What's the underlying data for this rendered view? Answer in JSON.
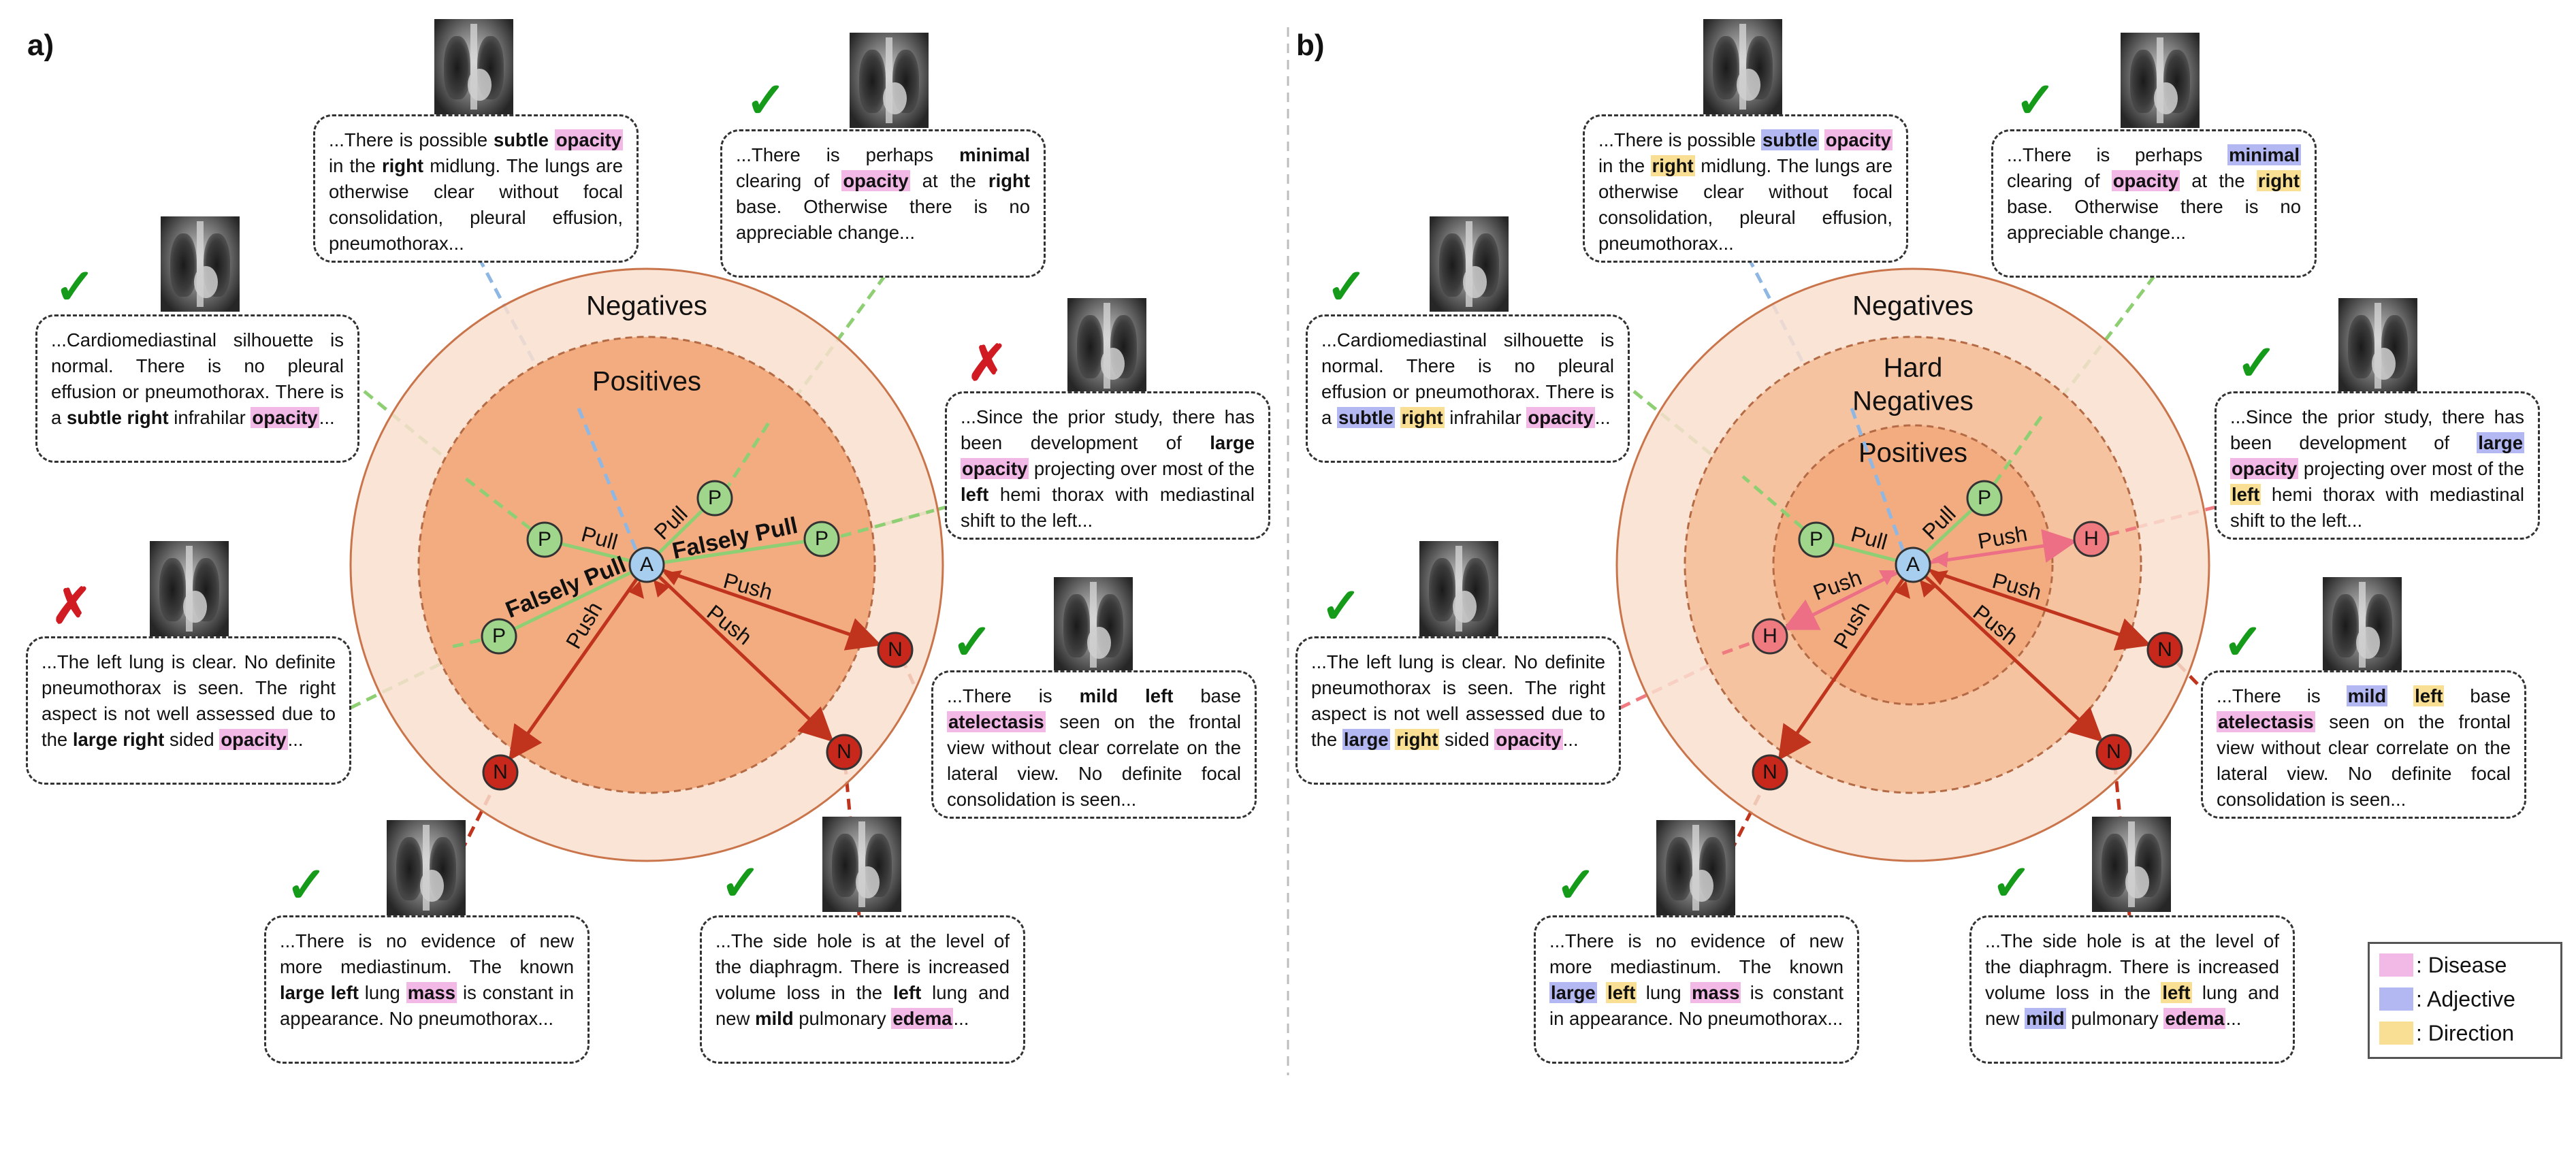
{
  "panels": {
    "a": {
      "label": "a)",
      "zones": {
        "outer": "Negatives",
        "inner": "Positives"
      },
      "reports": [
        {
          "id": "a1",
          "verdict": "correct",
          "segments": [
            {
              "t": "...There is possible "
            },
            {
              "t": "subtle",
              "b": true
            },
            {
              "t": " "
            },
            {
              "t": "opacity",
              "b": true,
              "hl": "disease"
            },
            {
              "t": " in the "
            },
            {
              "t": "right",
              "b": true
            },
            {
              "t": " midlung. The lungs are otherwise clear without focal consolidation, pleural effusion, pneumothorax..."
            }
          ]
        },
        {
          "id": "a2",
          "verdict": "correct",
          "segments": [
            {
              "t": "...There is perhaps "
            },
            {
              "t": "minimal",
              "b": true
            },
            {
              "t": " clearing of "
            },
            {
              "t": "opacity",
              "b": true,
              "hl": "disease"
            },
            {
              "t": " at the "
            },
            {
              "t": "right",
              "b": true
            },
            {
              "t": " base. Otherwise there is no appreciable change..."
            }
          ]
        },
        {
          "id": "a3",
          "verdict": "correct",
          "segments": [
            {
              "t": "...Cardiomediastinal silhouette is normal. There is no pleural effusion or pneumothorax. There is a "
            },
            {
              "t": "subtle right",
              "b": true
            },
            {
              "t": " infrahilar "
            },
            {
              "t": "opacity",
              "b": true,
              "hl": "disease"
            },
            {
              "t": "..."
            }
          ]
        },
        {
          "id": "a4",
          "verdict": "wrong",
          "segments": [
            {
              "t": "...Since the prior study, there has been development of "
            },
            {
              "t": "large",
              "b": true
            },
            {
              "t": " "
            },
            {
              "t": "opacity",
              "b": true,
              "hl": "disease"
            },
            {
              "t": " projecting over most of the "
            },
            {
              "t": "left",
              "b": true
            },
            {
              "t": " hemi thorax with mediastinal shift to the left..."
            }
          ]
        },
        {
          "id": "a5",
          "verdict": "wrong",
          "segments": [
            {
              "t": "...The left lung is clear. No definite pneumothorax is seen. The right aspect is not well assessed due to the "
            },
            {
              "t": "large right",
              "b": true
            },
            {
              "t": " sided "
            },
            {
              "t": "opacity",
              "b": true,
              "hl": "disease"
            },
            {
              "t": "..."
            }
          ]
        },
        {
          "id": "a6",
          "verdict": "correct",
          "segments": [
            {
              "t": "...There is "
            },
            {
              "t": "mild left",
              "b": true
            },
            {
              "t": " base "
            },
            {
              "t": "atelectasis",
              "b": true,
              "hl": "disease"
            },
            {
              "t": " seen on the frontal view without clear correlate on the lateral view. No definite focal consolidation is seen..."
            }
          ]
        },
        {
          "id": "a7",
          "verdict": "correct",
          "segments": [
            {
              "t": "...There is no evidence of new more mediastinum.  The known "
            },
            {
              "t": "large left",
              "b": true
            },
            {
              "t": " lung "
            },
            {
              "t": "mass",
              "b": true,
              "hl": "disease"
            },
            {
              "t": " is constant in appearance. No pneumothorax..."
            }
          ]
        },
        {
          "id": "a8",
          "verdict": "correct",
          "segments": [
            {
              "t": "...The side hole is at the level of the diaphragm.  There is increased volume loss in the "
            },
            {
              "t": "left",
              "b": true
            },
            {
              "t": " lung and new "
            },
            {
              "t": "mild",
              "b": true
            },
            {
              "t": " pulmonary "
            },
            {
              "t": "edema",
              "b": true,
              "hl": "disease"
            },
            {
              "t": "..."
            }
          ]
        }
      ],
      "nodes": {
        "anchor": "A",
        "positive": "P",
        "negative": "N"
      },
      "edge_labels": {
        "pull": "Pull",
        "push": "Push",
        "falsely_pull": "Falsely Pull"
      }
    },
    "b": {
      "label": "b)",
      "zones": {
        "outer": "Negatives",
        "middle": "Hard Negatives",
        "inner": "Positives"
      },
      "reports": [
        {
          "id": "b1",
          "verdict": "correct",
          "segments": [
            {
              "t": "...There is possible "
            },
            {
              "t": "subtle",
              "b": true,
              "hl": "adjective"
            },
            {
              "t": " "
            },
            {
              "t": "opacity",
              "b": true,
              "hl": "disease"
            },
            {
              "t": " in the "
            },
            {
              "t": "right",
              "b": true,
              "hl": "direction"
            },
            {
              "t": " midlung. The lungs are otherwise clear without focal consolidation, pleural effusion, pneumothorax..."
            }
          ]
        },
        {
          "id": "b2",
          "verdict": "correct",
          "segments": [
            {
              "t": "...There is perhaps "
            },
            {
              "t": "minimal",
              "b": true,
              "hl": "adjective"
            },
            {
              "t": " clearing of "
            },
            {
              "t": "opacity",
              "b": true,
              "hl": "disease"
            },
            {
              "t": " at the "
            },
            {
              "t": "right",
              "b": true,
              "hl": "direction"
            },
            {
              "t": " base. Otherwise there is no appreciable change..."
            }
          ]
        },
        {
          "id": "b3",
          "verdict": "correct",
          "segments": [
            {
              "t": "...Cardiomediastinal silhouette is normal. There is no pleural effusion or pneumothorax. There is a "
            },
            {
              "t": "subtle",
              "b": true,
              "hl": "adjective"
            },
            {
              "t": " "
            },
            {
              "t": "right",
              "b": true,
              "hl": "direction"
            },
            {
              "t": " infrahilar "
            },
            {
              "t": "opacity",
              "b": true,
              "hl": "disease"
            },
            {
              "t": "..."
            }
          ]
        },
        {
          "id": "b4",
          "verdict": "correct",
          "segments": [
            {
              "t": "...Since the prior study, there has been development of "
            },
            {
              "t": "large",
              "b": true,
              "hl": "adjective"
            },
            {
              "t": " "
            },
            {
              "t": "opacity",
              "b": true,
              "hl": "disease"
            },
            {
              "t": " projecting over most of the "
            },
            {
              "t": "left",
              "b": true,
              "hl": "direction"
            },
            {
              "t": " hemi thorax with mediastinal shift to the left..."
            }
          ]
        },
        {
          "id": "b5",
          "verdict": "correct",
          "segments": [
            {
              "t": "...The left lung is clear. No definite pneumothorax is seen. The right aspect is not well assessed due to the "
            },
            {
              "t": "large",
              "b": true,
              "hl": "adjective"
            },
            {
              "t": " "
            },
            {
              "t": "right",
              "b": true,
              "hl": "direction"
            },
            {
              "t": " sided "
            },
            {
              "t": "opacity",
              "b": true,
              "hl": "disease"
            },
            {
              "t": "..."
            }
          ]
        },
        {
          "id": "b6",
          "verdict": "correct",
          "segments": [
            {
              "t": "...There is "
            },
            {
              "t": "mild",
              "b": true,
              "hl": "adjective"
            },
            {
              "t": " "
            },
            {
              "t": "left",
              "b": true,
              "hl": "direction"
            },
            {
              "t": " base "
            },
            {
              "t": "atelectasis",
              "b": true,
              "hl": "disease"
            },
            {
              "t": " seen on the frontal view without clear correlate on the lateral view. No definite focal consolidation is seen..."
            }
          ]
        },
        {
          "id": "b7",
          "verdict": "correct",
          "segments": [
            {
              "t": "...There is no evidence of new more mediastinum.  The known "
            },
            {
              "t": "large",
              "b": true,
              "hl": "adjective"
            },
            {
              "t": " "
            },
            {
              "t": "left",
              "b": true,
              "hl": "direction"
            },
            {
              "t": " lung "
            },
            {
              "t": "mass",
              "b": true,
              "hl": "disease"
            },
            {
              "t": " is constant in appearance. No pneumothorax..."
            }
          ]
        },
        {
          "id": "b8",
          "verdict": "correct",
          "segments": [
            {
              "t": "...The side hole is at the level of the diaphragm.  There is increased volume loss in the "
            },
            {
              "t": "left",
              "b": true,
              "hl": "direction"
            },
            {
              "t": " lung and new "
            },
            {
              "t": "mild",
              "b": true,
              "hl": "adjective"
            },
            {
              "t": " pulmonary "
            },
            {
              "t": "edema",
              "b": true,
              "hl": "disease"
            },
            {
              "t": "..."
            }
          ]
        }
      ],
      "nodes": {
        "anchor": "A",
        "positive": "P",
        "hard_negative": "H",
        "negative": "N"
      },
      "edge_labels": {
        "pull": "Pull",
        "push": "Push"
      }
    }
  },
  "legend": [
    {
      "label": ": Disease",
      "color": "#f2b8e6"
    },
    {
      "label": ": Adjective",
      "color": "#b3b8f2"
    },
    {
      "label": ": Direction",
      "color": "#f8df94"
    }
  ],
  "marks": {
    "correct": "✓",
    "wrong": "✗"
  },
  "colors": {
    "outer_zone": "#f9dfcf",
    "middle_zone": "#f6c3a1",
    "inner_zone": "#f2ac80",
    "zone_stroke": "#c9744a",
    "anchor": "#a7cdef",
    "positive": "#9fd68c",
    "negative": "#c8281c",
    "hard_negative": "#ef7a80",
    "push_arrow": "#c0341d",
    "push_arrow_hard": "#ec6f85",
    "pull_line_green": "#8fcf73",
    "pull_line_blue": "#8fb7e3",
    "correct": "#159a1a",
    "wrong": "#d01b23"
  }
}
